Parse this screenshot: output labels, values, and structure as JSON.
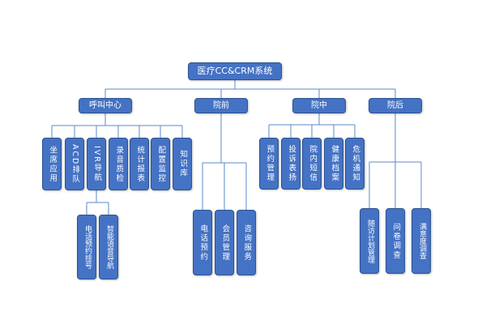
{
  "diagram": {
    "root": "医疗CC&CRM系统",
    "branches": [
      {
        "label": "呼叫中心",
        "children": [
          "坐席应用",
          "ACD排队",
          "IVR导航",
          "录音质检",
          "统计报表",
          "配置监控",
          "知识库"
        ],
        "sub": [
          "电话预约挂号",
          "智能语音导航"
        ]
      },
      {
        "label": "院前",
        "children": [
          "电话预约",
          "会员管理",
          "咨询服务"
        ]
      },
      {
        "label": "院中",
        "children": [
          "预约管理",
          "投诉表扬",
          "院内短信",
          "健康档案",
          "危机通知"
        ]
      },
      {
        "label": "院后",
        "children": [
          "随访计划管理",
          "问卷调查",
          "满意度调查"
        ]
      }
    ]
  },
  "colors": {
    "box_fill": "#4472c4",
    "box_border": "#2c5391",
    "connector": "#5b8ac9"
  }
}
